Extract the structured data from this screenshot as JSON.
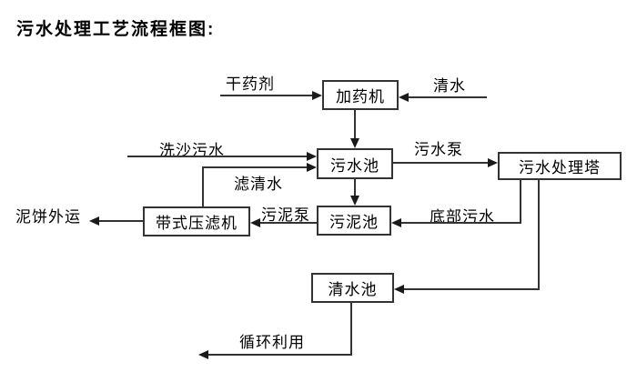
{
  "title": "污水处理工艺流程框图:",
  "nodes": {
    "dosing_machine": "加药机",
    "sewage_pool": "污水池",
    "treatment_tower": "污水处理塔",
    "belt_filter_press": "带式压滤机",
    "sludge_pool": "污泥池",
    "clear_water_pool": "清水池"
  },
  "flow_labels": {
    "dry_chemical": "干药剂",
    "clear_water": "清水",
    "sand_washing_sewage": "洗沙污水",
    "filtered_water": "滤清水",
    "sewage_pump": "污水泵",
    "sludge_pump": "污泥泵",
    "bottom_sewage": "底部污水",
    "mud_cake_out": "泥饼外运",
    "recycle": "循环利用"
  },
  "colors": {
    "line": "#333333",
    "text": "#000000",
    "background": "#ffffff"
  }
}
